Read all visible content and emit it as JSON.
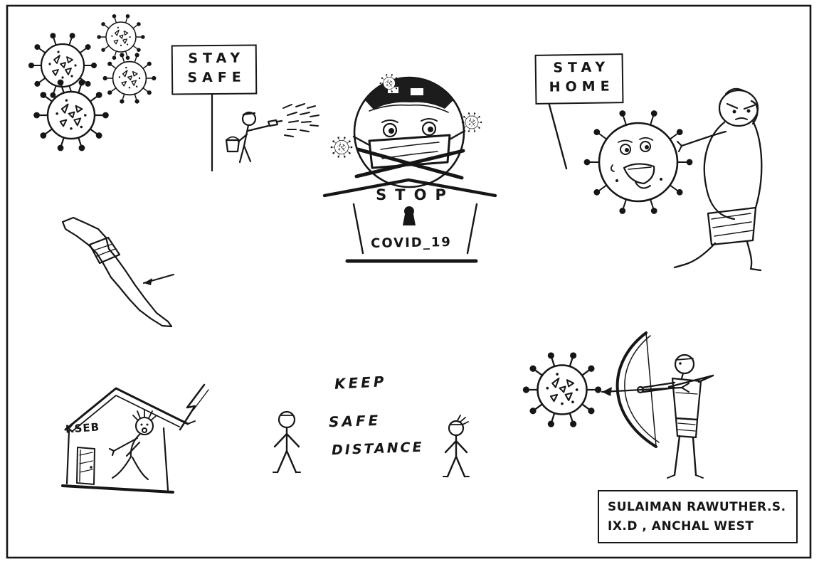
{
  "palette": {
    "paper": "#ffffff",
    "ink": "#161616"
  },
  "texts": {
    "stay_safe_sign": {
      "line1": "STAY",
      "line2": "SAFE"
    },
    "stay_home_sign": {
      "line1": "STAY",
      "line2": "HOME"
    },
    "stop_house": {
      "title": "STOP",
      "subtitle": "COVID_19"
    },
    "distance_message": {
      "line1": "KEEP",
      "line2": "SAFE",
      "line3": "DISTANCE"
    },
    "kseb_house_label": "KSEB",
    "signature": {
      "line1": "SULAIMAN RAWUTHER.S.",
      "line2": "IX.D , ANCHAL WEST"
    }
  },
  "drawings": {
    "top_left": "coronavirus-cluster",
    "upper_middle_left": "person-spraying-disinfectant",
    "center_top": "masked-globe-inside-stop-house",
    "top_right": "person-kicking-coronavirus-with-stay-home-sign",
    "left_middle": "kerala-map-wearing-mask-with-arrow",
    "bottom_left": "kseb-house-with-person-and-lightning",
    "bottom_center": "two-stick-figures-keeping-distance",
    "bottom_right": "archer-shooting-arrow-at-coronavirus"
  }
}
